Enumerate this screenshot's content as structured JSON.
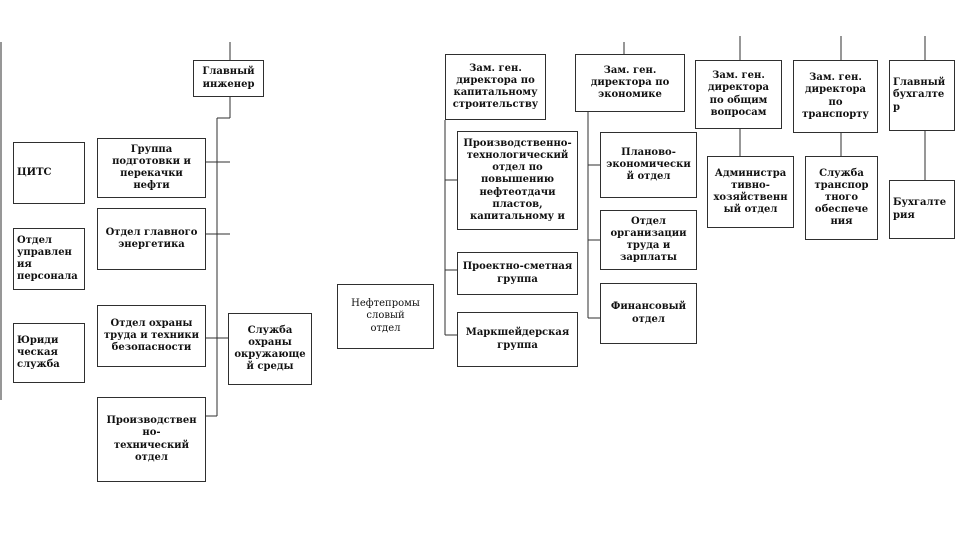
{
  "org_chart": {
    "units": {
      "chief_engineer": "Главный\nинженер",
      "oil_prep_group": "Группа\nподготовки и\nперекачки нефти",
      "chief_power_dept": "Отдел главного\nэнергетика",
      "labor_safety_dept": "Отдел охраны\nтруда и техники\nбезопасности",
      "production_tech_dept": "Производствен\nно-\nтехнический\nотдел",
      "environment_service": "Служба\nохраны\nокружающе\nй среды",
      "cits": "ЦИТС",
      "hr_dept": "Отдел\nуправлен\nия\nперсонала",
      "legal_service": "Юриди\nческая\nслужба",
      "oilfield_dept": "Нефтепромы\nсловый\nотдел",
      "deputy_capital": "Зам. ген.\nдиректора по\nкапитальному\nстроительству",
      "prod_tech_oil_recovery": "Производственно-\nтехнологический\nотдел по\nповышению\nнефтеотдачи\nпластов,\nкапитальному и",
      "design_estimate_group": "Проектно-сметная\nгруппа",
      "survey_group": "Маркшейдерская\nгруппа",
      "deputy_economics": "Зам. ген.\nдиректора по\nэкономике",
      "planning_econ_dept": "Планово-\nэкономически\nй отдел",
      "labor_org_dept": "Отдел\nорганизации\nтруда и\nзарплаты",
      "finance_dept": "Финансовый\nотдел",
      "deputy_general": "Зам. ген.\nдиректора\nпо общим\nвопросам",
      "admin_dept": "Администра\nтивно-\nхозяйственн\nый отдел",
      "deputy_transport": "Зам. ген.\nдиректора\nпо\nтранспорту",
      "transport_service": "Служба\nтранспор\nтного\nобеспече\nния",
      "chief_accountant": "Главный\nбухгалте\nр",
      "accountant": "Бухгалте\nрия"
    },
    "colors": {
      "line": "#2f2f2f",
      "box_border": "#2f2f2f",
      "text": "#111111",
      "background": "#ffffff"
    }
  }
}
